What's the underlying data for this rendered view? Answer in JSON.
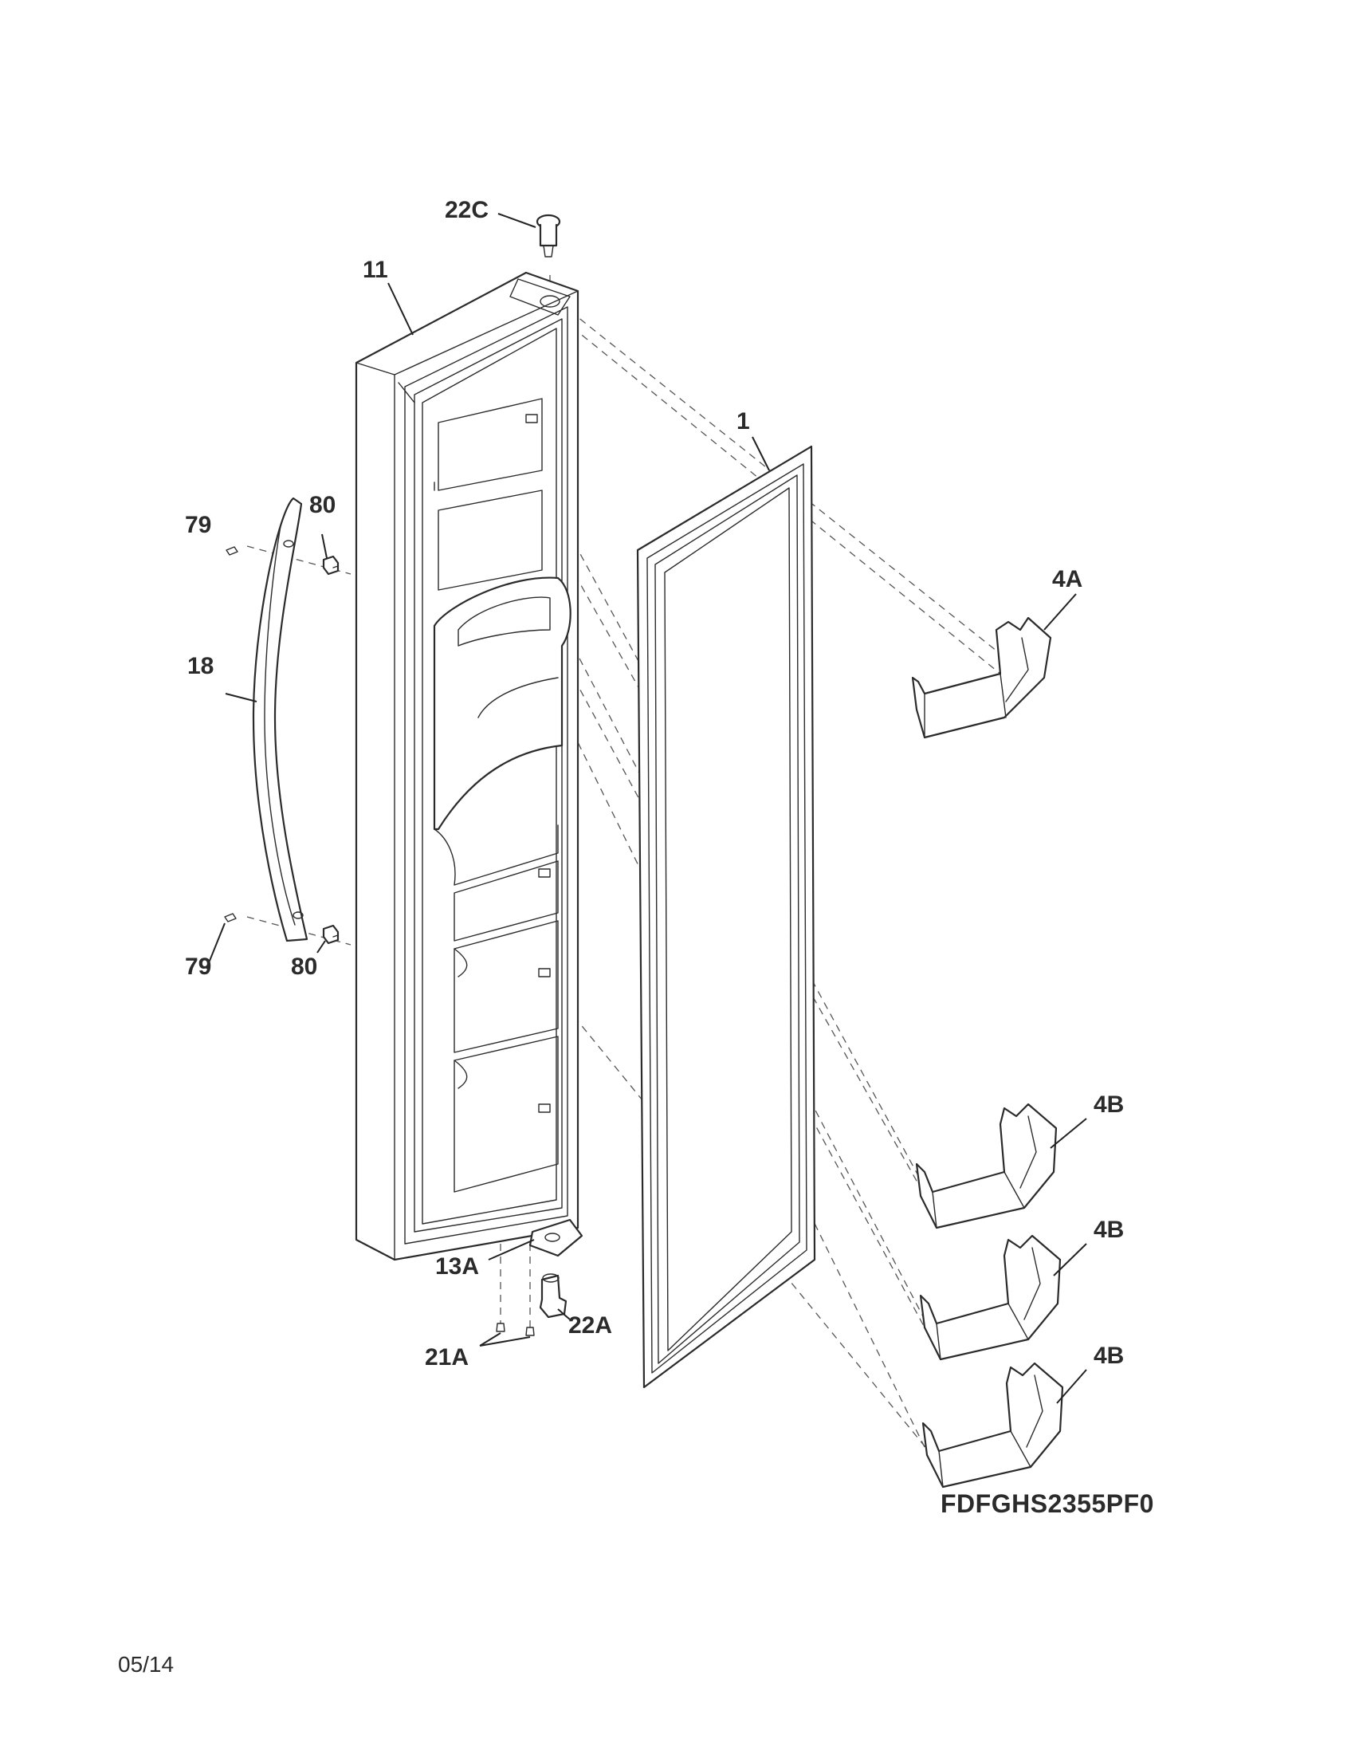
{
  "callouts": {
    "c22C": "22C",
    "c11": "11",
    "c1": "1",
    "c4A": "4A",
    "c79_top": "79",
    "c80_top": "80",
    "c18": "18",
    "c79_bottom": "79",
    "c80_bottom": "80",
    "c4B_1": "4B",
    "c4B_2": "4B",
    "c4B_3": "4B",
    "c13A": "13A",
    "c22A": "22A",
    "c21A": "21A"
  },
  "model_number": "FDFGHS2355PF0",
  "revision_date": "05/14"
}
